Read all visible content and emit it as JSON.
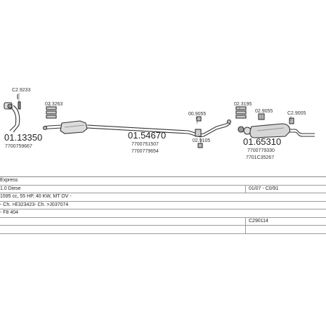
{
  "diagram": {
    "parts": {
      "p1": {
        "number": "01.13350",
        "ref": "7700759667"
      },
      "p2": {
        "label": "C2.9233"
      },
      "p3": {
        "label": "02.3263"
      },
      "p4": {
        "number": "01.54670",
        "ref1": "7700751507",
        "ref2": "7700779654"
      },
      "p5": {
        "label": "00.9055"
      },
      "p6": {
        "label": "02.9105"
      },
      "p7": {
        "label": "02.3195"
      },
      "p8": {
        "label": "02.9055"
      },
      "p9": {
        "label": "C2.9005"
      },
      "p10": {
        "number": "01.65310",
        "ref1": "7700779330",
        "ref2": "7701C35267"
      }
    }
  },
  "table": {
    "rows": [
      {
        "left": "Express",
        "right": ""
      },
      {
        "left": "1.0 Diese",
        "right": "01/07 - C0/91"
      },
      {
        "left": "1595 cc, 55 HP, 40 KW, MT OV -",
        "right": ""
      },
      {
        "left": "- Ch. >E323423- Ch. >J037074",
        "right": ""
      },
      {
        "left": "- F8 404",
        "right": ""
      },
      {
        "left": "",
        "right": "C290114"
      },
      {
        "left": "",
        "right": ""
      }
    ]
  }
}
